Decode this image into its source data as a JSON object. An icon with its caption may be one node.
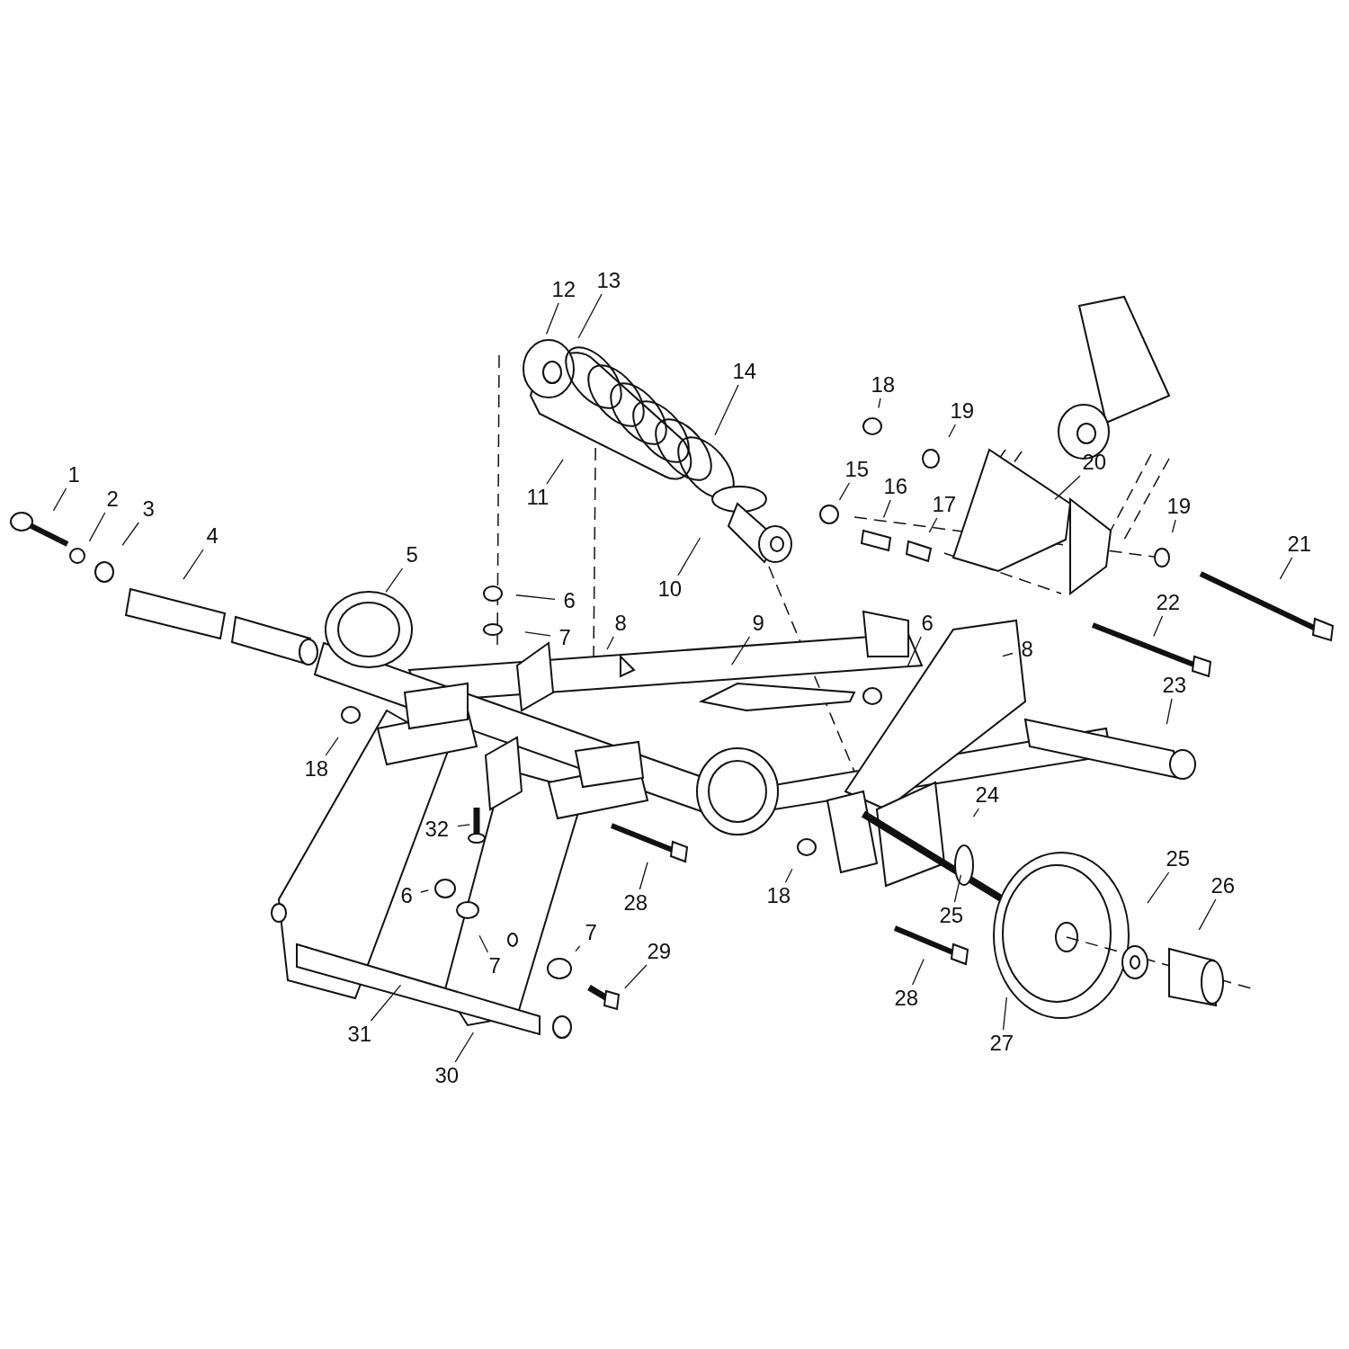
{
  "diagram": {
    "nodes": [
      {
        "text": [
          "12"
        ]
      },
      {
        "text": [
          "13"
        ]
      },
      {
        "text": [
          "14"
        ]
      },
      {
        "text": [
          "18"
        ]
      },
      {
        "text": [
          "19"
        ]
      },
      {
        "text": [
          "15"
        ]
      },
      {
        "text": [
          "16"
        ]
      },
      {
        "text": [
          "17"
        ]
      },
      {
        "text": [
          "20"
        ]
      },
      {
        "text": [
          "19"
        ]
      },
      {
        "text": [
          "11"
        ]
      },
      {
        "text": [
          "1"
        ]
      },
      {
        "text": [
          "2"
        ]
      },
      {
        "text": [
          "3"
        ]
      },
      {
        "text": [
          "21"
        ]
      },
      {
        "text": [
          "4"
        ]
      },
      {
        "text": [
          "10"
        ]
      },
      {
        "text": [
          "5"
        ]
      },
      {
        "text": [
          "6"
        ]
      },
      {
        "text": [
          "22"
        ]
      },
      {
        "text": [
          "9"
        ]
      },
      {
        "text": [
          "8"
        ]
      },
      {
        "text": [
          "7"
        ]
      },
      {
        "text": [
          "6"
        ]
      },
      {
        "text": [
          "8"
        ]
      },
      {
        "text": [
          "23"
        ]
      },
      {
        "text": [
          "18"
        ]
      },
      {
        "text": [
          "24"
        ]
      },
      {
        "text": [
          "32"
        ]
      },
      {
        "text": [
          "18"
        ]
      },
      {
        "text": [
          "6"
        ]
      },
      {
        "text": [
          "28"
        ]
      },
      {
        "text": [
          "7"
        ]
      },
      {
        "text": [
          "25"
        ]
      },
      {
        "text": [
          "26"
        ]
      },
      {
        "text": [
          "25"
        ]
      },
      {
        "text": [
          "7"
        ]
      },
      {
        "text": [
          "29"
        ]
      },
      {
        "text": [
          "28"
        ]
      },
      {
        "text": [
          "27"
        ]
      },
      {
        "text": [
          "31"
        ]
      },
      {
        "text": [
          "30"
        ]
      }
    ],
    "edges": [
      {
        "from": 0,
        "to": null,
        "arrow": "none"
      },
      {
        "from": 1,
        "to": null,
        "arrow": "none"
      },
      {
        "from": 2,
        "to": null,
        "arrow": "none"
      },
      {
        "from": 3,
        "to": null,
        "arrow": "none"
      },
      {
        "from": 4,
        "to": null,
        "arrow": "none"
      },
      {
        "from": 5,
        "to": null,
        "arrow": "none"
      },
      {
        "from": 6,
        "to": null,
        "arrow": "none"
      },
      {
        "from": 7,
        "to": null,
        "arrow": "none"
      },
      {
        "from": 8,
        "to": null,
        "arrow": "none"
      },
      {
        "from": 9,
        "to": null,
        "arrow": "none"
      },
      {
        "from": 10,
        "to": null,
        "arrow": "none"
      },
      {
        "from": 11,
        "to": null,
        "arrow": "none"
      },
      {
        "from": 12,
        "to": null,
        "arrow": "none"
      },
      {
        "from": 13,
        "to": null,
        "arrow": "none"
      },
      {
        "from": 14,
        "to": null,
        "arrow": "none"
      },
      {
        "from": 15,
        "to": null,
        "arrow": "none"
      },
      {
        "from": 16,
        "to": null,
        "arrow": "none"
      },
      {
        "from": 17,
        "to": null,
        "arrow": "none"
      },
      {
        "from": 18,
        "to": null,
        "arrow": "none"
      },
      {
        "from": 19,
        "to": null,
        "arrow": "none"
      },
      {
        "from": 20,
        "to": null,
        "arrow": "none"
      },
      {
        "from": 21,
        "to": null,
        "arrow": "none"
      },
      {
        "from": 22,
        "to": null,
        "arrow": "none"
      },
      {
        "from": 23,
        "to": null,
        "arrow": "none"
      },
      {
        "from": 24,
        "to": null,
        "arrow": "none"
      },
      {
        "from": 25,
        "to": null,
        "arrow": "none"
      },
      {
        "from": 26,
        "to": null,
        "arrow": "none"
      },
      {
        "from": 27,
        "to": null,
        "arrow": "none"
      },
      {
        "from": 28,
        "to": null,
        "arrow": "none"
      },
      {
        "from": 29,
        "to": null,
        "arrow": "none"
      },
      {
        "from": 30,
        "to": null,
        "arrow": "none"
      },
      {
        "from": 31,
        "to": null,
        "arrow": "none"
      },
      {
        "from": 32,
        "to": null,
        "arrow": "none"
      },
      {
        "from": 33,
        "to": null,
        "arrow": "none"
      },
      {
        "from": 34,
        "to": null,
        "arrow": "none"
      },
      {
        "from": 35,
        "to": null,
        "arrow": "none"
      },
      {
        "from": 36,
        "to": null,
        "arrow": "none"
      },
      {
        "from": 37,
        "to": null,
        "arrow": "none"
      },
      {
        "from": 38,
        "to": null,
        "arrow": "none"
      },
      {
        "from": 39,
        "to": null,
        "arrow": "none"
      },
      {
        "from": 40,
        "to": null,
        "arrow": "none"
      },
      {
        "from": 41,
        "to": null,
        "arrow": "none"
      }
    ]
  }
}
